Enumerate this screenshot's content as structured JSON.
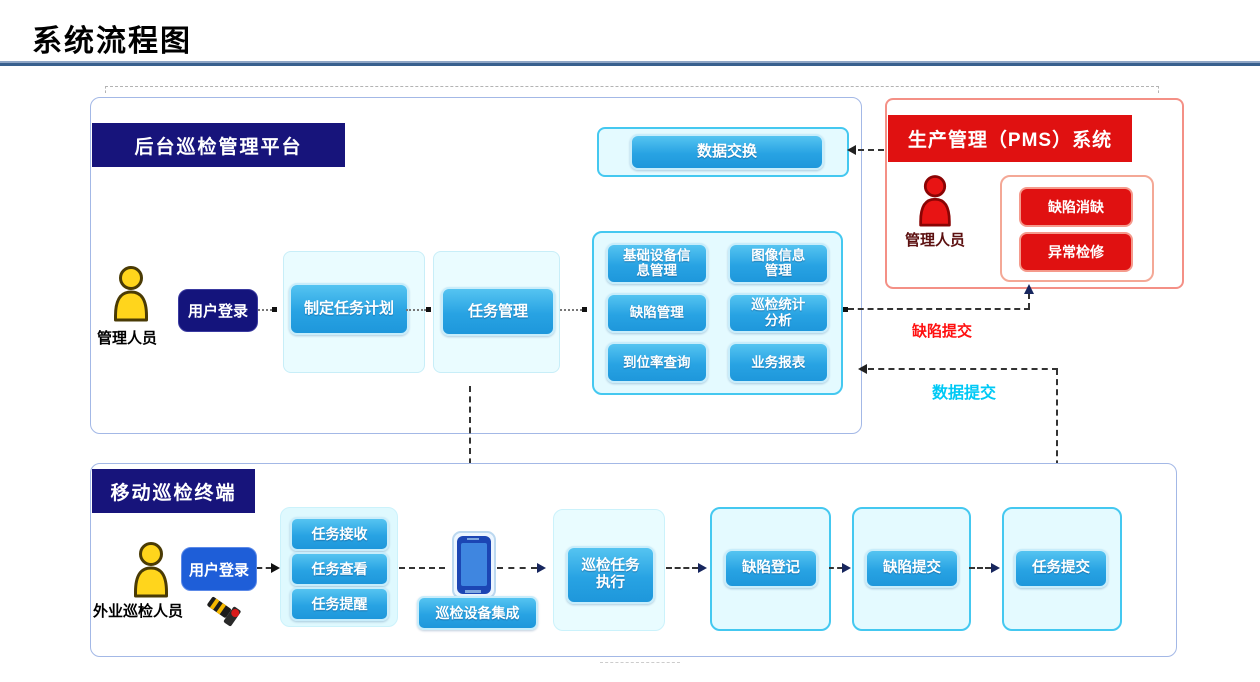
{
  "page": {
    "title": "系统流程图"
  },
  "platform": {
    "header": "后台巡检管理平台",
    "data_exchange": "数据交换",
    "admin_label": "管理人员",
    "login": "用户登录",
    "plan": "制定任务计划",
    "task_mgmt": "任务管理",
    "modules": [
      "基础设备信\n息管理",
      "图像信息\n管理",
      "缺陷管理",
      "巡检统计\n分析",
      "到位率查询",
      "业务报表"
    ]
  },
  "pms": {
    "header": "生产管理（PMS）系统",
    "admin_label": "管理人员",
    "defect_fix": "缺陷消缺",
    "abnormal_repair": "异常检修"
  },
  "flows": {
    "defect_submit": "缺陷提交",
    "data_submit": "数据提交"
  },
  "mobile": {
    "header": "移动巡检终端",
    "worker_label": "外业巡检人员",
    "login": "用户登录",
    "task_receive": "任务接收",
    "task_view": "任务查看",
    "task_remind": "任务提醒",
    "device_integration": "巡检设备集成",
    "task_exec": "巡检任务\n执行",
    "defect_register": "缺陷登记",
    "defect_submit": "缺陷提交",
    "task_submit": "任务提交"
  },
  "colors": {
    "accent_blue": "#29a7e1",
    "navy": "#17147b",
    "royal_blue": "#1e5ed8",
    "red": "#e01111",
    "container_cyan": "#e4faff",
    "cyan_border": "#44c8f0",
    "flow_red_label": "#ff1111",
    "flow_cyan_label": "#00c9f5"
  }
}
